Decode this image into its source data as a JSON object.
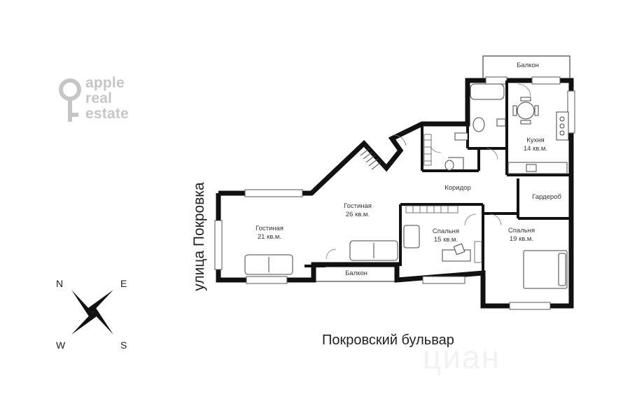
{
  "logo": {
    "line1": "apple",
    "line2": "real",
    "line3": "estate",
    "color": "#c6c6c6"
  },
  "streets": {
    "left": "улица Покровка",
    "bottom": "Покровский бульвар"
  },
  "rooms": {
    "balcony_top": "Балкон",
    "kitchen_name": "Кухня",
    "kitchen_area": "14 кв.м.",
    "corridor": "Коридор",
    "wardrobe": "Гардероб",
    "living1_name": "Гостиная",
    "living1_area": "26 кв.м.",
    "living2_name": "Гостиная",
    "living2_area": "21 кв.м.",
    "bedroom1_name": "Спальня",
    "bedroom1_area": "15 кв.м.",
    "bedroom2_name": "Спальня",
    "bedroom2_area": "19 кв.м.",
    "balcony_bottom": "Балкон"
  },
  "compass": {
    "n": "N",
    "e": "E",
    "w": "W",
    "s": "S"
  },
  "watermark": "циан",
  "colors": {
    "wall": "#111111",
    "line": "#444444",
    "logo": "#c6c6c6"
  }
}
